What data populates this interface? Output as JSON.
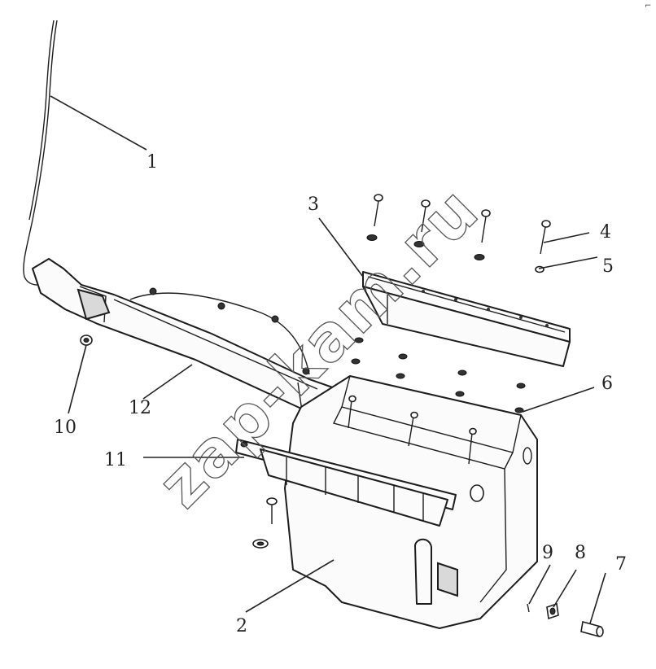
{
  "diagram": {
    "watermark": "zap-kam.ru",
    "corner_mark": "⌐",
    "callouts": [
      {
        "id": "1",
        "text": "1"
      },
      {
        "id": "2",
        "text": "2"
      },
      {
        "id": "3",
        "text": "3"
      },
      {
        "id": "4",
        "text": "4"
      },
      {
        "id": "5",
        "text": "5"
      },
      {
        "id": "6",
        "text": "6"
      },
      {
        "id": "7",
        "text": "7"
      },
      {
        "id": "8",
        "text": "8"
      },
      {
        "id": "9",
        "text": "9"
      },
      {
        "id": "10",
        "text": "10"
      },
      {
        "id": "11",
        "text": "11"
      },
      {
        "id": "12",
        "text": "12"
      }
    ]
  }
}
